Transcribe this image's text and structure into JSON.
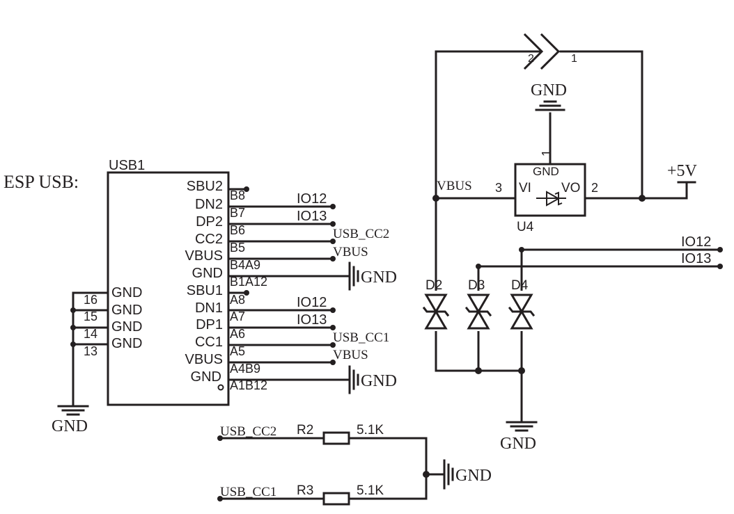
{
  "title_label": "ESP USB:",
  "usb_connector": {
    "ref": "USB1",
    "right_pins": [
      {
        "name": "SBU2",
        "num": "B8",
        "net": ""
      },
      {
        "name": "DN2",
        "num": "B7",
        "net": "IO12"
      },
      {
        "name": "DP2",
        "num": "B6",
        "net": "IO13"
      },
      {
        "name": "CC2",
        "num": "B5",
        "net": "USB_CC2"
      },
      {
        "name": "VBUS",
        "num": "B4A9",
        "net": "VBUS"
      },
      {
        "name": "GND",
        "num": "B1A12",
        "net": "GND"
      },
      {
        "name": "SBU1",
        "num": "A8",
        "net": ""
      },
      {
        "name": "DN1",
        "num": "A7",
        "net": "IO12"
      },
      {
        "name": "DP1",
        "num": "A6",
        "net": "IO13"
      },
      {
        "name": "CC1",
        "num": "A5",
        "net": "USB_CC1"
      },
      {
        "name": "VBUS",
        "num": "A4B9",
        "net": "VBUS"
      },
      {
        "name": "GND",
        "num": "A1B12",
        "net": "GND"
      }
    ],
    "left_pins": [
      {
        "name": "GND",
        "num": "16"
      },
      {
        "name": "GND",
        "num": "15"
      },
      {
        "name": "GND",
        "num": "14"
      },
      {
        "name": "GND",
        "num": "13"
      }
    ],
    "left_gnd_label": "GND"
  },
  "connector_j": {
    "pin2": "2",
    "pin1": "1"
  },
  "regulator": {
    "ref": "U4",
    "pin_vi": "VI",
    "pin_vo": "VO",
    "pin_gnd": "GND",
    "num_vi": "3",
    "num_vo": "2",
    "num_gnd": "1",
    "gnd_label": "GND"
  },
  "nets": {
    "vbus": "VBUS",
    "plus5v": "+5V",
    "io12": "IO12",
    "io13": "IO13"
  },
  "diodes": [
    "D2",
    "D3",
    "D4"
  ],
  "diode_gnd_label": "GND",
  "resistors": [
    {
      "ref": "R2",
      "value": "5.1K",
      "net": "USB_CC2"
    },
    {
      "ref": "R3",
      "value": "5.1K",
      "net": "USB_CC1"
    }
  ],
  "resistor_gnd_label": "GND"
}
